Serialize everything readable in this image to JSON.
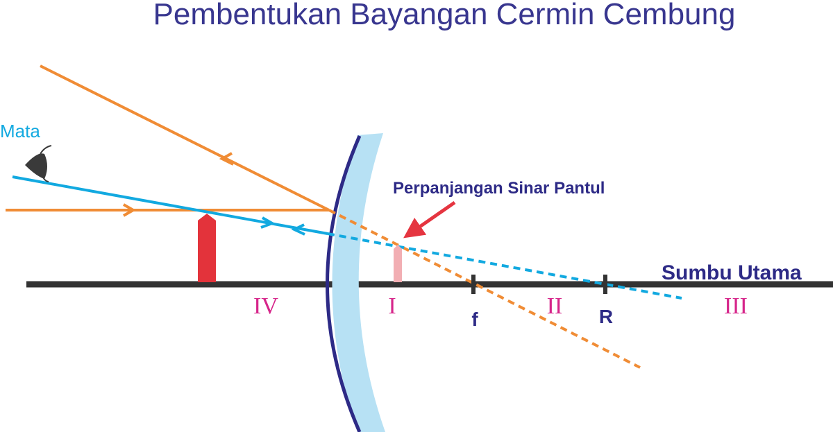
{
  "title": "Pembentukan Bayangan Cermin Cembung",
  "labels": {
    "eye": "Mata",
    "extension": "Perpanjangan Sinar Pantul",
    "axis": "Sumbu Utama",
    "focus": "f",
    "radius": "R"
  },
  "regions": [
    "IV",
    "I",
    "II",
    "III"
  ],
  "colors": {
    "title": "#38368f",
    "axis": "#333333",
    "mirror_glass": "#b7e1f4",
    "mirror_edge": "#2d2a86",
    "ray_orange": "#f08c35",
    "ray_blue": "#12a9e0",
    "object": "#e3333b",
    "image": "#f2aeb3",
    "pointer": "#e53540",
    "region_label": "#d6258a",
    "point_label": "#2d2a86",
    "eye_icon": "#3a3a3a"
  }
}
